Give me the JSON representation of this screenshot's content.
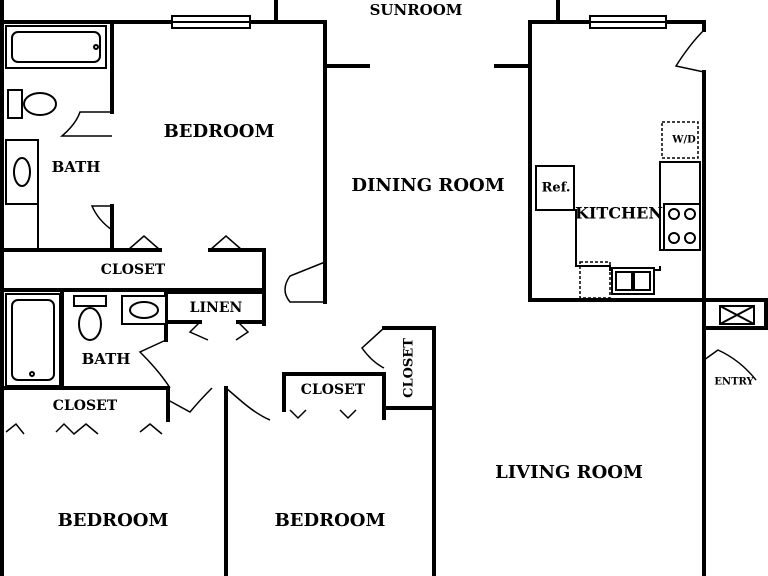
{
  "rooms": {
    "sunroom": "SUNROOM",
    "bedroom_top": "BEDROOM",
    "bath_top": "BATH",
    "dining_room": "DINING ROOM",
    "kitchen": "KITCHEN",
    "closet_hall": "CLOSET",
    "linen": "LINEN",
    "bath_mid": "BATH",
    "closet_bottom_left": "CLOSET",
    "closet_center": "CLOSET",
    "closet_vertical": "CLOSET",
    "living_room": "LIVING ROOM",
    "bedroom_bottom_left": "BEDROOM",
    "bedroom_bottom_center": "BEDROOM"
  },
  "fixtures": {
    "refrigerator": "Ref.",
    "washer_dryer": "W/D",
    "entry": "ENTRY"
  }
}
